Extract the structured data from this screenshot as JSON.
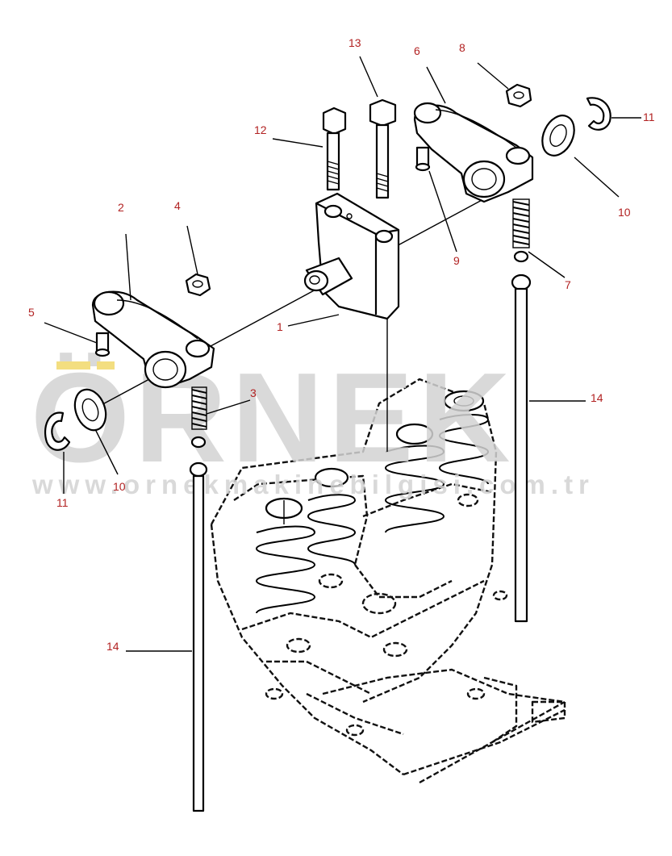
{
  "diagram": {
    "callouts": [
      {
        "id": "c1",
        "label": "1"
      },
      {
        "id": "c2",
        "label": "2"
      },
      {
        "id": "c3",
        "label": "3"
      },
      {
        "id": "c4",
        "label": "4"
      },
      {
        "id": "c5",
        "label": "5"
      },
      {
        "id": "c6",
        "label": "6"
      },
      {
        "id": "c7",
        "label": "7"
      },
      {
        "id": "c8",
        "label": "8"
      },
      {
        "id": "c9",
        "label": "9"
      },
      {
        "id": "c10a",
        "label": "10"
      },
      {
        "id": "c10b",
        "label": "10"
      },
      {
        "id": "c11a",
        "label": "11"
      },
      {
        "id": "c11b",
        "label": "11"
      },
      {
        "id": "c12",
        "label": "12"
      },
      {
        "id": "c13",
        "label": "13"
      },
      {
        "id": "c14a",
        "label": "14"
      },
      {
        "id": "c14b",
        "label": "14"
      }
    ]
  },
  "watermark": {
    "logo_text": "ÖRNEK",
    "url_text": "www.ornekmakinebilgisi.com.tr",
    "color": "#d3d3d3",
    "accent_color": "#f2d96b"
  },
  "colors": {
    "callout": "#b22222",
    "line": "#000000"
  }
}
